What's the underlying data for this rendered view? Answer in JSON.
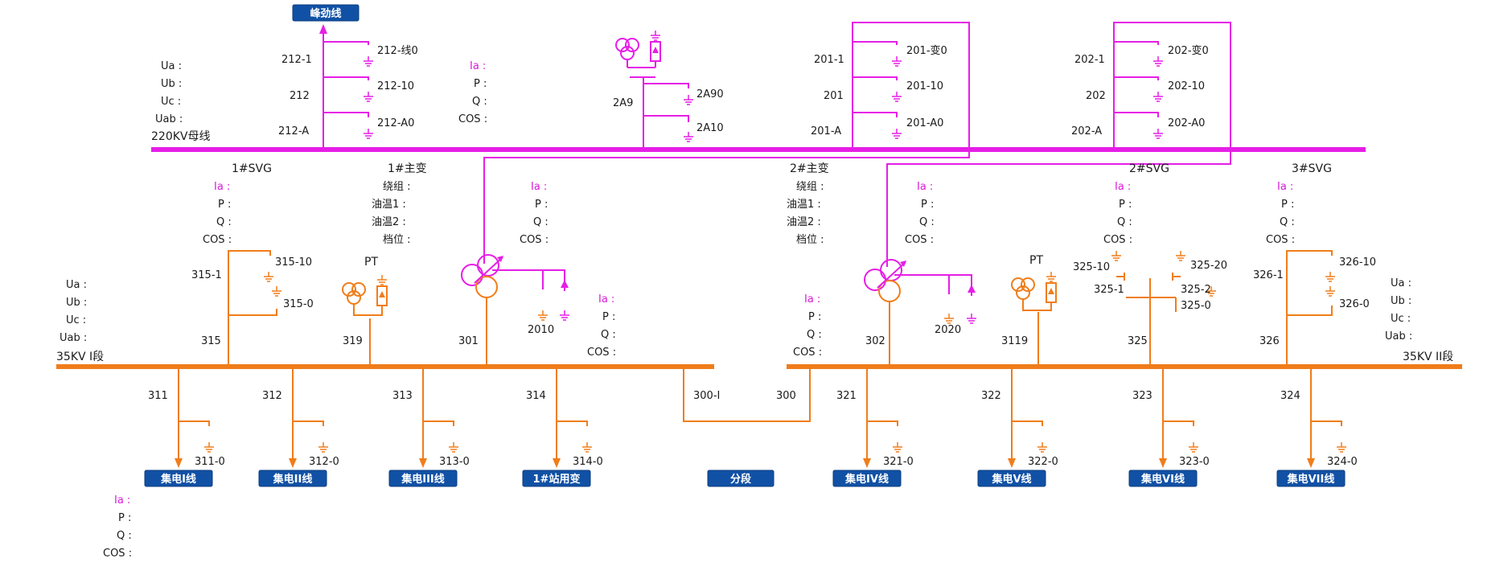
{
  "colors": {
    "hv": "#e61ee6",
    "mv": "#f07d1a",
    "button": "#1151a5",
    "text": "#1a1a1a"
  },
  "bus220": {
    "label": "220KV母线"
  },
  "bus35": {
    "label1": "35KV I段",
    "label2": "35KV II段"
  },
  "labels": {
    "ua": "Ua :",
    "ub": "Ub :",
    "uc": "Uc :",
    "uab": "Uab :",
    "ia": "Ia :",
    "p": "P :",
    "q": "Q :",
    "cos": "COS :",
    "pt": "PT",
    "winding": "绕组 :",
    "oil1": "油温1 :",
    "oil2": "油温2 :",
    "gear": "档位 :"
  },
  "line212": {
    "button": "峰劲线",
    "sw1": "212-1",
    "sw2": "212",
    "sw3": "212-A",
    "e1": "212-线0",
    "e2": "212-10",
    "e3": "212-A0"
  },
  "pt2a": {
    "sw": "2A9",
    "e1": "2A90",
    "e2": "2A10"
  },
  "tr201": {
    "sw1": "201-1",
    "sw2": "201",
    "sw3": "201-A",
    "e1": "201-变0",
    "e2": "201-10",
    "e3": "201-A0"
  },
  "tr202": {
    "sw1": "202-1",
    "sw2": "202",
    "sw3": "202-A",
    "e1": "202-变0",
    "e2": "202-10",
    "e3": "202-A0"
  },
  "svg1": {
    "title": "1#SVG",
    "sw": "315-1",
    "e1": "315-10",
    "e2": "315-0",
    "bay": "315"
  },
  "main1": {
    "title": "1#主变",
    "bay": "301",
    "e": "2010"
  },
  "main2": {
    "title": "2#主变",
    "bay": "302",
    "e": "2020"
  },
  "pt319": {
    "bay": "319"
  },
  "pt3119": {
    "bay": "3119"
  },
  "svg2": {
    "title": "2#SVG",
    "e1": "325-10",
    "e2": "325-20",
    "s1": "325-1",
    "s2": "325-2",
    "e3": "325-0",
    "bay": "325"
  },
  "svg3": {
    "title": "3#SVG",
    "sw": "326-1",
    "e1": "326-10",
    "e2": "326-0",
    "bay": "326"
  },
  "feeders": [
    {
      "bay": "311",
      "e": "311-0",
      "button": "集电I线"
    },
    {
      "bay": "312",
      "e": "312-0",
      "button": "集电II线"
    },
    {
      "bay": "313",
      "e": "313-0",
      "button": "集电III线"
    },
    {
      "bay": "314",
      "e": "314-0",
      "button": "1#站用变"
    },
    {
      "bay": "321",
      "e": "321-0",
      "button": "集电IV线"
    },
    {
      "bay": "322",
      "e": "322-0",
      "button": "集电V线"
    },
    {
      "bay": "323",
      "e": "323-0",
      "button": "集电VI线"
    },
    {
      "bay": "324",
      "e": "324-0",
      "button": "集电VII线"
    }
  ],
  "section": {
    "sw1": "300-I",
    "sw2": "300",
    "button": "分段"
  }
}
